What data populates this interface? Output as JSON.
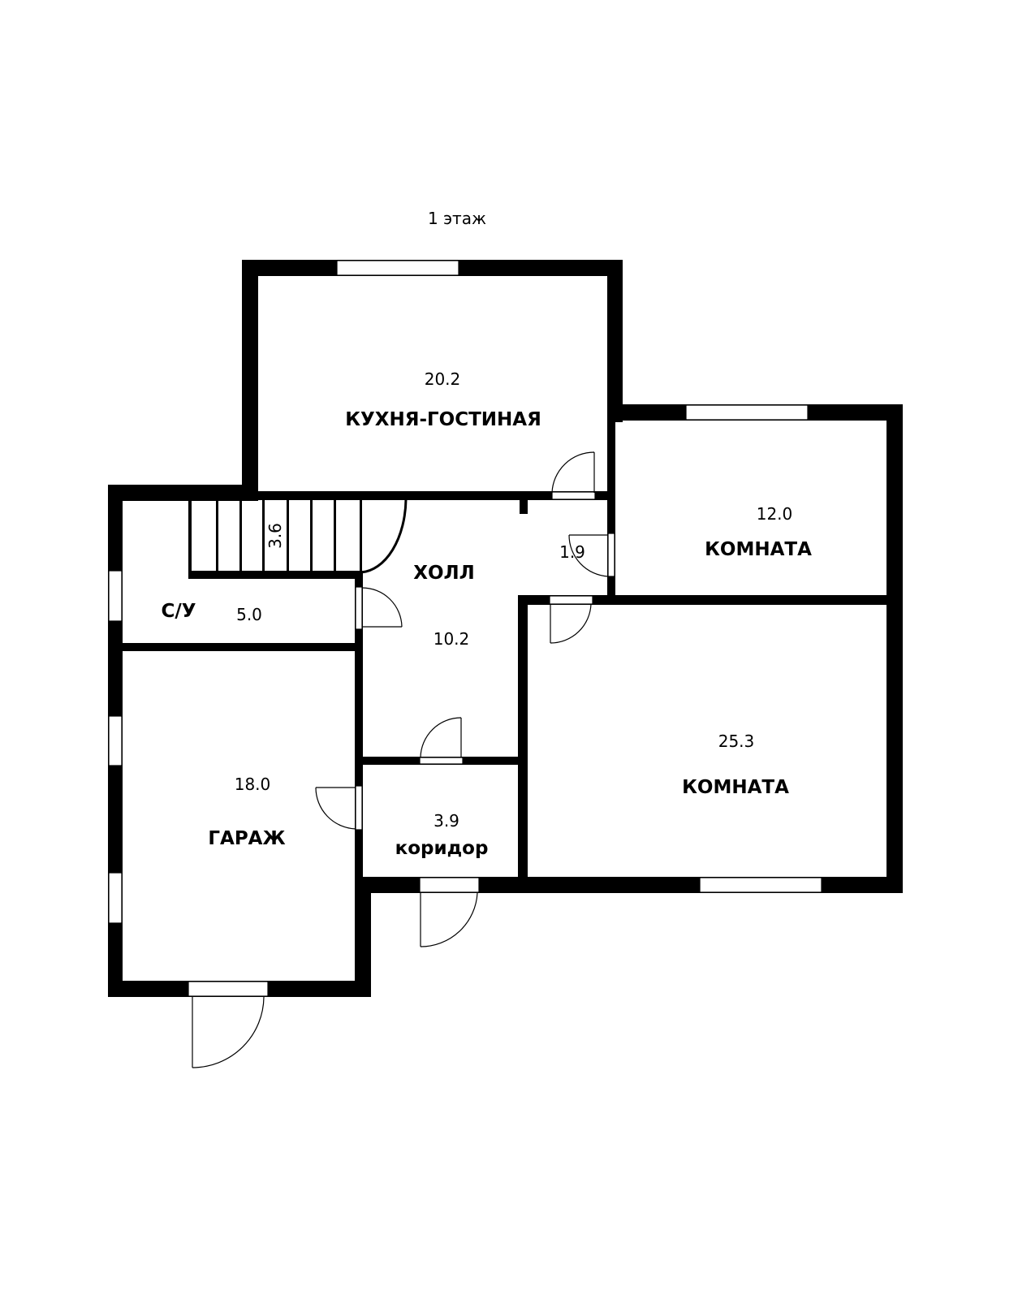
{
  "floor_title": "1 этаж",
  "rooms": [
    {
      "name": "КУХНЯ-ГОСТИНАЯ",
      "area": "20.2"
    },
    {
      "name": "КОМНАТА",
      "area": "12.0"
    },
    {
      "name": "ХОЛЛ",
      "area": "10.2"
    },
    {
      "name": "С/У",
      "area": "5.0"
    },
    {
      "name": "КОМНАТА",
      "area": "25.3"
    },
    {
      "name": "ГАРАЖ",
      "area": "18.0"
    },
    {
      "name": "коридор",
      "area": "3.9"
    }
  ],
  "stairs_area": "3.6",
  "small_area": "1.9",
  "colors": {
    "walls": "#000000",
    "background": "#ffffff"
  }
}
